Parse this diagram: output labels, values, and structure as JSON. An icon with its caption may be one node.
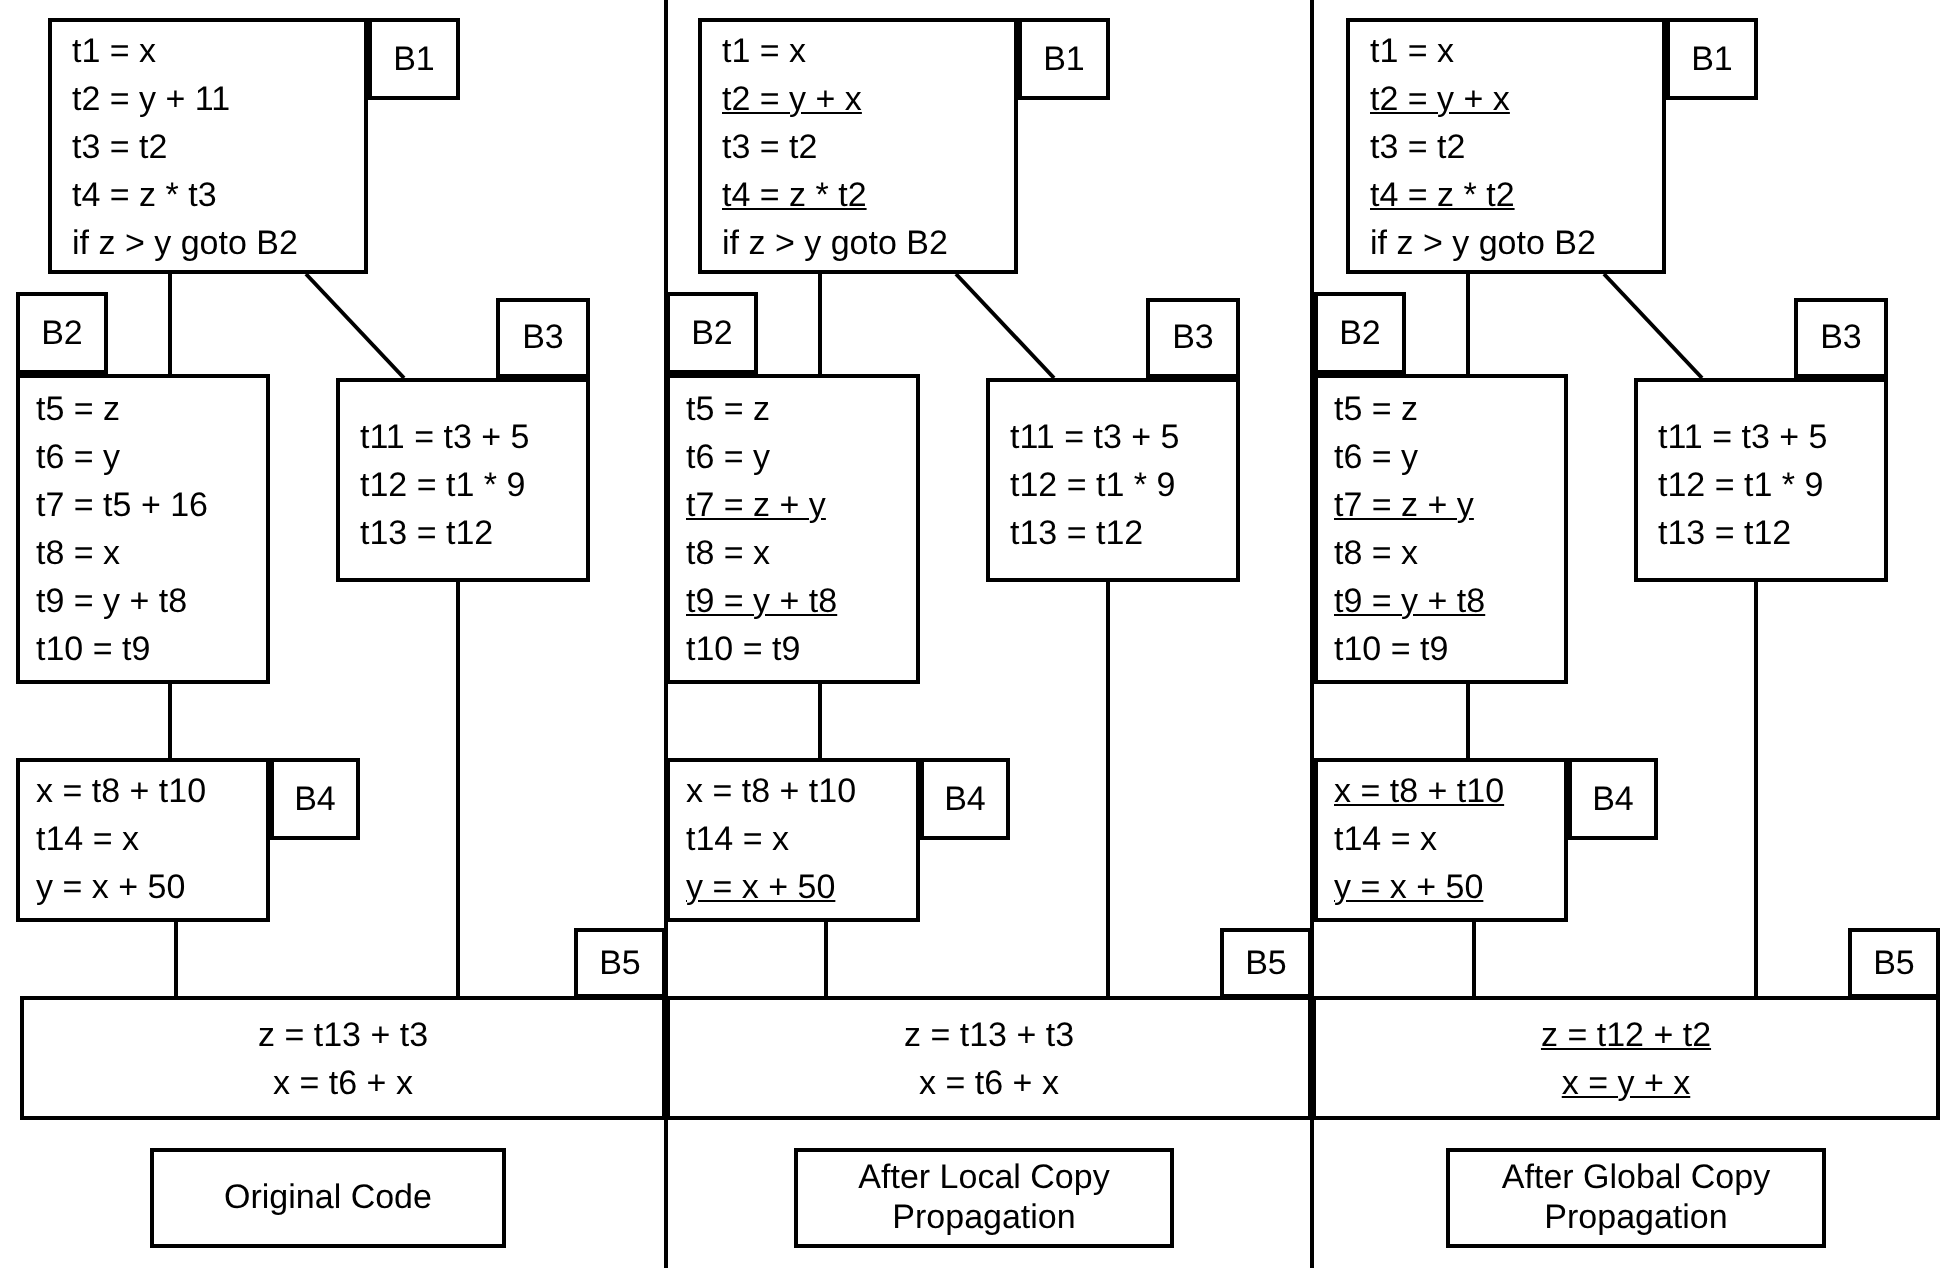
{
  "diagram": {
    "nodes": [
      {
        "text": [
          "t1 = x",
          "t2 = y + 11",
          "t3 = t2",
          "t4 = z * t3",
          "if z > y goto B2"
        ],
        "beside": [
          "B1"
        ]
      },
      {
        "text": [
          "t5 = z",
          "t6 = y",
          "t7 = t5 + 16",
          "t8 = x",
          "t9 = y + t8",
          "t10 = t9"
        ],
        "beside": [
          "B2"
        ]
      },
      {
        "text": [
          "t11 = t3 + 5",
          "t12 = t1 * 9",
          "t13 = t12"
        ],
        "beside": [
          "B3"
        ]
      },
      {
        "text": [
          "x = t8 + t10",
          "t14 = x",
          "y = x + 50"
        ],
        "beside": [
          "B4"
        ]
      },
      {
        "text": [
          "z = t13 + t3",
          "x = t6 + x"
        ],
        "beside": [
          "B5"
        ]
      },
      {
        "text": [
          "Original Code"
        ]
      },
      {
        "text": [
          "t1 = x",
          "t2 = y + x",
          "t3 = t2",
          "t4 = z * t2",
          "if z > y goto B2"
        ],
        "beside": [
          "B1"
        ]
      },
      {
        "text": [
          "t5 = z",
          "t6 = y",
          "t7 = z + y",
          "t8 = x",
          "t9 = y + t8",
          "t10 = t9"
        ],
        "beside": [
          "B2"
        ]
      },
      {
        "text": [
          "t11 = t3 + 5",
          "t12 = t1 * 9",
          "t13 = t12"
        ],
        "beside": [
          "B3"
        ]
      },
      {
        "text": [
          "x = t8 + t10",
          "t14 = x",
          "y = x + 50"
        ],
        "beside": [
          "B4"
        ]
      },
      {
        "text": [
          "z = t13 + t3",
          "x = t6 + x"
        ],
        "beside": [
          "B5"
        ]
      },
      {
        "text": [
          "After Local Copy Propagation"
        ]
      },
      {
        "text": [
          "t1 = x",
          "t2 = y + x",
          "t3 = t2",
          "t4 = z * t2",
          "if z > y goto B2"
        ],
        "beside": [
          "B1"
        ]
      },
      {
        "text": [
          "t5 = z",
          "t6 = y",
          "t7 = z + y",
          "t8 = x",
          "t9 = y + t8",
          "t10 = t9"
        ],
        "beside": [
          "B2"
        ]
      },
      {
        "text": [
          "t11 = t3 + 5",
          "t12 = t1 * 9",
          "t13 = t12"
        ],
        "beside": [
          "B3"
        ]
      },
      {
        "text": [
          "x = t8 + t10",
          "t14 = x",
          "y = x + 50"
        ],
        "beside": [
          "B4"
        ]
      },
      {
        "text": [
          "z = t12 + t2",
          "x = y + x"
        ],
        "beside": [
          "B5"
        ]
      },
      {
        "text": [
          "After Global Copy Propagation"
        ]
      }
    ],
    "edges": [
      {
        "from": 0,
        "to": 1,
        "arrow": "none"
      },
      {
        "from": 0,
        "to": 2,
        "arrow": "none"
      },
      {
        "from": 1,
        "to": 3,
        "arrow": "none"
      },
      {
        "from": 3,
        "to": 4,
        "arrow": "none"
      },
      {
        "from": 2,
        "to": 4,
        "arrow": "none"
      },
      {
        "from": 6,
        "to": 7,
        "arrow": "none"
      },
      {
        "from": 6,
        "to": 8,
        "arrow": "none"
      },
      {
        "from": 7,
        "to": 9,
        "arrow": "none"
      },
      {
        "from": 9,
        "to": 10,
        "arrow": "none"
      },
      {
        "from": 8,
        "to": 10,
        "arrow": "none"
      },
      {
        "from": 12,
        "to": 13,
        "arrow": "none"
      },
      {
        "from": 12,
        "to": 14,
        "arrow": "none"
      },
      {
        "from": 13,
        "to": 15,
        "arrow": "none"
      },
      {
        "from": 15,
        "to": 16,
        "arrow": "none"
      },
      {
        "from": 14,
        "to": 16,
        "arrow": "none"
      }
    ]
  }
}
